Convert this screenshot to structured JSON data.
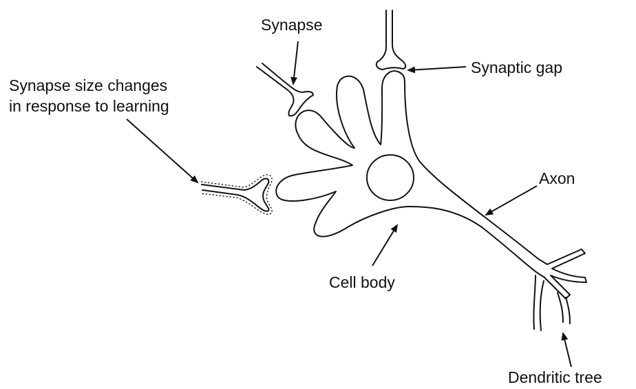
{
  "diagram": {
    "labels": {
      "synapse": "Synapse",
      "synaptic_gap": "Synaptic gap",
      "synapse_size_line1": "Synapse size changes",
      "synapse_size_line2": "in response to learning",
      "axon": "Axon",
      "cell_body": "Cell body",
      "dendritic_tree": "Dendritic tree"
    },
    "colors": {
      "ink": "#111111",
      "background": "#ffffff"
    }
  }
}
